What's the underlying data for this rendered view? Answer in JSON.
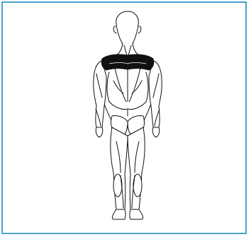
{
  "figure": {
    "subject": "human-back-muscles",
    "view": "posterior",
    "highlighted_region": "upper-trapezius-shoulders",
    "colors": {
      "frame": "#4aa3c8",
      "outline": "#111111",
      "highlight": "#111111",
      "fill": "#ffffff"
    }
  }
}
